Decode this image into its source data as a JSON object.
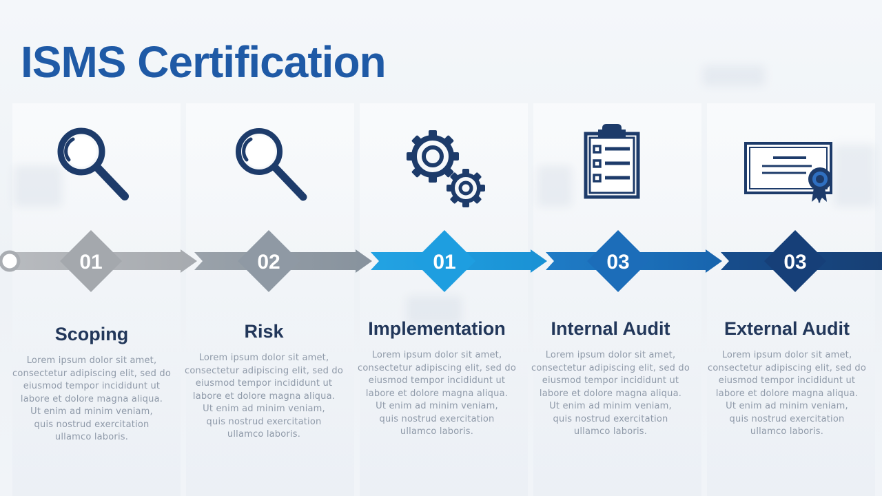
{
  "title": "ISMS Certification",
  "steps": [
    {
      "number": "01",
      "title": "Scoping",
      "icon": "magnifier-icon",
      "color": "#a4a8ad",
      "description": "Lorem ipsum dolor sit amet,\nconsectetur adipiscing elit, sed do\neiusmod tempor incididunt ut\nlabore et dolore magna aliqua.\nUt enim ad minim veniam,\nquis nostrud exercitation\nullamco laboris."
    },
    {
      "number": "02",
      "title": "Risk",
      "icon": "magnifier-icon",
      "color": "#8f99a4",
      "description": "Lorem ipsum dolor sit amet,\nconsectetur adipiscing elit, sed do\neiusmod tempor incididunt ut\nlabore et dolore magna aliqua.\nUt enim ad minim veniam,\nquis nostrud exercitation\nullamco laboris."
    },
    {
      "number": "01",
      "title": "Implementation",
      "icon": "gears-icon",
      "color": "#1e9ee0",
      "description": "Lorem ipsum dolor sit amet,\nconsectetur adipiscing elit, sed do\neiusmod tempor incididunt ut\nlabore et dolore magna aliqua.\nUt enim ad minim veniam,\nquis nostrud exercitation\nullamco laboris."
    },
    {
      "number": "03",
      "title": "Internal Audit",
      "icon": "clipboard-checklist-icon",
      "color": "#1c6db9",
      "description": "Lorem ipsum dolor sit amet,\nconsectetur adipiscing elit, sed do\neiusmod tempor incididunt ut\nlabore et dolore magna aliqua.\nUt enim ad minim veniam,\nquis nostrud exercitation\nullamco laboris."
    },
    {
      "number": "03",
      "title": "External Audit",
      "icon": "certificate-icon",
      "color": "#163f78",
      "description": "Lorem ipsum dolor sit amet,\nconsectetur adipiscing elit, sed do\neiusmod tempor incididunt ut\nlabore et dolore magna aliqua.\nUt enim ad minim veniam,\nquis nostrud exercitation\nullamco laboris."
    }
  ]
}
